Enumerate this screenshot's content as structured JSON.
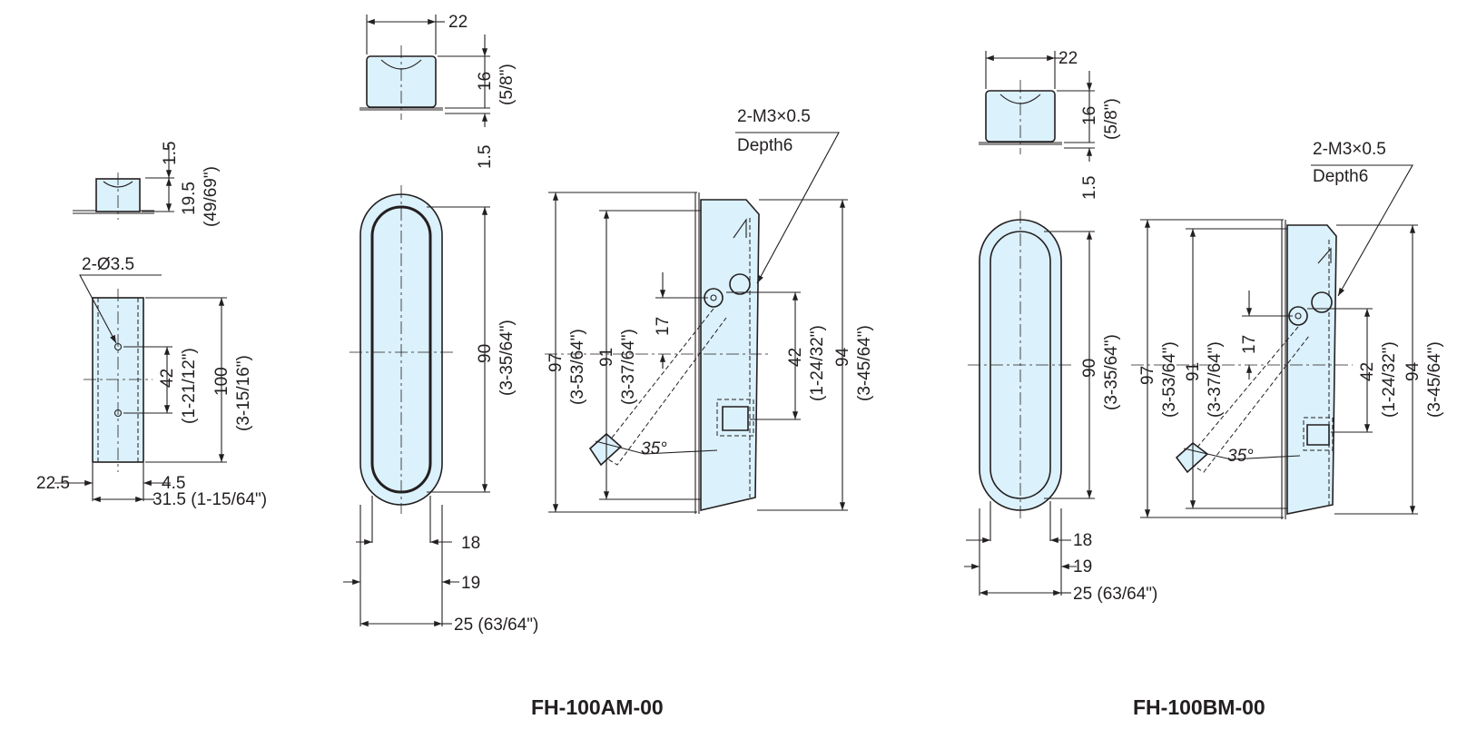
{
  "colors": {
    "part_fill": "#dbf1fb",
    "line": "#231f20",
    "background": "#ffffff"
  },
  "side_view": {
    "dims": {
      "d1_5": "1.5",
      "d19_5": "19.5",
      "d19_5_in": "(49/69\")",
      "hole": "2-Ø3.5",
      "d42": "42",
      "d42_in": "(1-21/12\")",
      "d100": "100",
      "d100_in": "(3-15/16\")",
      "d22_5": "22.5",
      "d4_5": "4.5",
      "d31_5": "31.5 (1-15/64\")"
    }
  },
  "model_a": {
    "title": "FH-100AM-00",
    "dims": {
      "w22": "22",
      "h16": "16",
      "h16_in": "(5/8\")",
      "h1_5": "1.5",
      "h90": "90",
      "h90_in": "(3-35/64\")",
      "w18": "18",
      "w19": "19",
      "w25": "25 (63/64\")",
      "thread": "2-M3×0.5",
      "depth": "Depth6",
      "h97": "97",
      "h97_in": "(3-53/64\")",
      "h91": "91",
      "h91_in": "(3-37/64\")",
      "h17": "17",
      "h42": "42",
      "h42_in": "(1-24/32\")",
      "h94": "94",
      "h94_in": "(3-45/64\")",
      "angle": "35°"
    }
  },
  "model_b": {
    "title": "FH-100BM-00",
    "dims": {
      "w22": "22",
      "h16": "16",
      "h16_in": "(5/8\")",
      "h1_5": "1.5",
      "h90": "90",
      "h90_in": "(3-35/64\")",
      "w18": "18",
      "w19": "19",
      "w25": "25 (63/64\")",
      "thread": "2-M3×0.5",
      "depth": "Depth6",
      "h97": "97",
      "h97_in": "(3-53/64\")",
      "h91": "91",
      "h91_in": "(3-37/64\")",
      "h17": "17",
      "h42": "42",
      "h42_in": "(1-24/32\")",
      "h94": "94",
      "h94_in": "(3-45/64\")",
      "angle": "35°"
    }
  }
}
